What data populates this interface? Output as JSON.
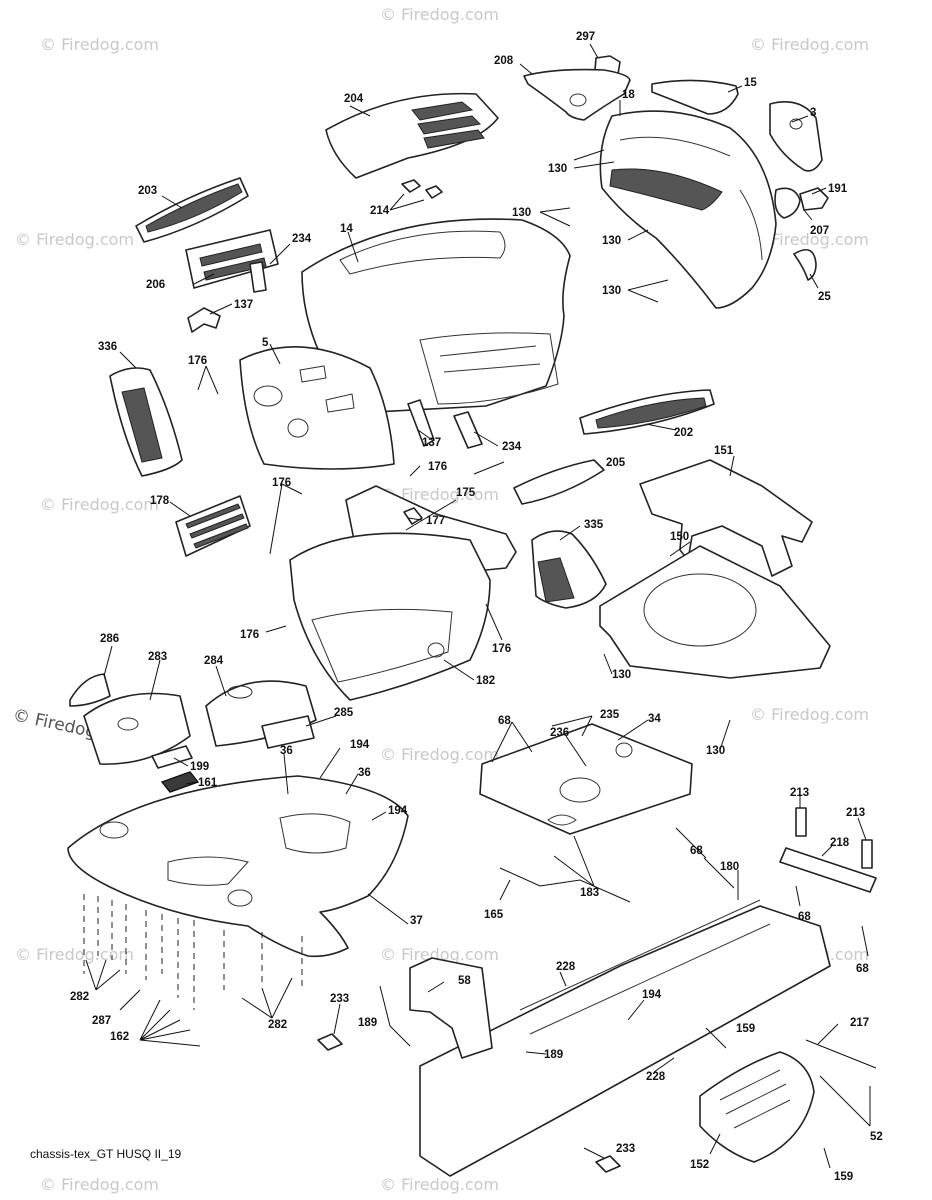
{
  "diagram": {
    "caption": "chassis-tex_GT HUSQ II_19",
    "watermark": "© Firedog.com",
    "watermark_main": "© Firedog.com",
    "callouts": {
      "c297": "297",
      "c208": "208",
      "c15": "15",
      "c18": "18",
      "c3": "3",
      "c204": "204",
      "c130a": "130",
      "c130b": "130",
      "c130c": "130",
      "c130d": "130",
      "c191": "191",
      "c207": "207",
      "c25": "25",
      "c203": "203",
      "c214": "214",
      "c14": "14",
      "c234a": "234",
      "c206": "206",
      "c137a": "137",
      "c336": "336",
      "c5": "5",
      "c176a": "176",
      "c137b": "137",
      "c234b": "234",
      "c202": "202",
      "c176b": "176",
      "c176c": "176",
      "c205": "205",
      "c151": "151",
      "c178": "178",
      "c175": "175",
      "c177": "177",
      "c335": "335",
      "c150": "150",
      "c176d": "176",
      "c176e": "176",
      "c130e": "130",
      "c182": "182",
      "c286": "286",
      "c283": "283",
      "c284": "284",
      "c285": "285",
      "c199": "199",
      "c161": "161",
      "c36a": "36",
      "c194a": "194",
      "c36b": "36",
      "c194b": "194",
      "c68a": "68",
      "c235": "235",
      "c236": "236",
      "c34": "34",
      "c130f": "130",
      "c213a": "213",
      "c213b": "213",
      "c218": "218",
      "c68b": "68",
      "c183": "183",
      "c180": "180",
      "c165": "165",
      "c68c": "68",
      "c68d": "68",
      "c37": "37",
      "c282a": "282",
      "c287": "287",
      "c162": "162",
      "c282b": "282",
      "c228a": "228",
      "c58": "58",
      "c194c": "194",
      "c233a": "233",
      "c189a": "189",
      "c189b": "189",
      "c159a": "159",
      "c217": "217",
      "c228b": "228",
      "c52": "52",
      "c233b": "233",
      "c152": "152",
      "c159b": "159"
    }
  }
}
